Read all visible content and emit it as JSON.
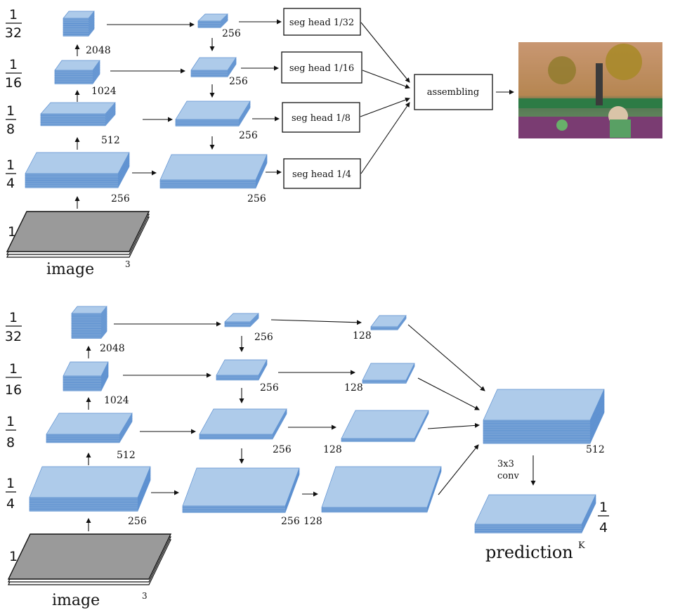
{
  "top": {
    "scales": [
      {
        "num": "1",
        "den": "32"
      },
      {
        "num": "1",
        "den": "16"
      },
      {
        "num": "1",
        "den": "8"
      },
      {
        "num": "1",
        "den": "4"
      }
    ],
    "input_top_label": "1",
    "backbone_channels": [
      "2048",
      "1024",
      "512",
      "256"
    ],
    "fpn_channels": [
      "256",
      "256",
      "256",
      "256"
    ],
    "seg_heads": [
      "seg head 1/32",
      "seg head 1/16",
      "seg head 1/8",
      "seg head 1/4"
    ],
    "assembling_label": "assembling",
    "image_label": "image",
    "image_channels": "3"
  },
  "bottom": {
    "scales": [
      {
        "num": "1",
        "den": "32"
      },
      {
        "num": "1",
        "den": "16"
      },
      {
        "num": "1",
        "den": "8"
      },
      {
        "num": "1",
        "den": "4"
      }
    ],
    "input_top_label": "1",
    "backbone_channels": [
      "2048",
      "1024",
      "512",
      "256"
    ],
    "fpn_channels": [
      "256",
      "256",
      "256",
      "256"
    ],
    "reduced_channels": [
      "128",
      "128",
      "128",
      "128"
    ],
    "concat_channels": "512",
    "conv_label_line1": "3x3",
    "conv_label_line2": "conv",
    "prediction_label": "prediction",
    "prediction_scale": {
      "num": "1",
      "den": "4"
    },
    "prediction_channels": "K",
    "image_label": "image",
    "image_channels": "3"
  },
  "colors": {
    "tensor_top": "#aecbea",
    "tensor_side": "#7fa8d8",
    "tensor_stroke": "#5b8fd0",
    "image_fill": "#9a9a9a",
    "arrow": "#111111"
  }
}
